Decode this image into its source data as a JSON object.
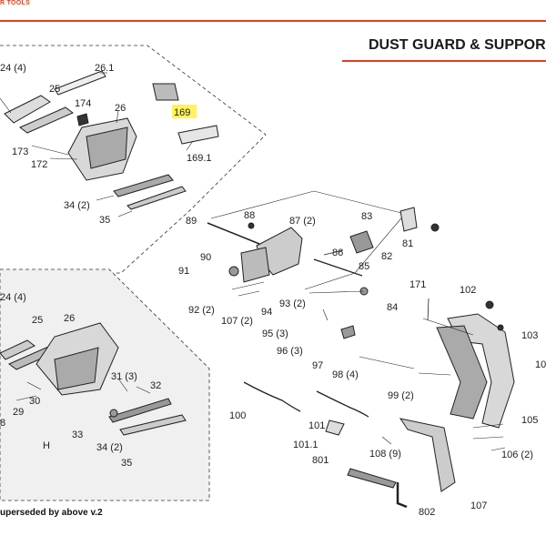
{
  "header": {
    "brand": "R TOOLS",
    "title": "DUST GUARD  &  SUPPOR"
  },
  "colors": {
    "accent": "#e0401f",
    "highlight": "#fff35c"
  },
  "upper_assembly": {
    "labels": [
      "24 (4)",
      "26.1",
      "25",
      "174",
      "26",
      "169",
      "173",
      "172",
      "169.1",
      "34 (2)",
      "35"
    ]
  },
  "lower_assembly": {
    "labels": [
      "24 (4)",
      "25",
      "26",
      "31 (3)",
      "32",
      "30",
      "29",
      "8",
      "33",
      "34 (2)",
      "35",
      "H"
    ]
  },
  "main_assembly": {
    "labels": [
      "89",
      "88",
      "87 (2)",
      "83",
      "81",
      "86",
      "82",
      "90",
      "85",
      "91",
      "171",
      "102",
      "92 (2)",
      "107 (2)",
      "94",
      "93 (2)",
      "84",
      "95 (3)",
      "103",
      "96 (3)",
      "97",
      "98 (4)",
      "10",
      "99 (2)",
      "100",
      "101",
      "105",
      "101.1",
      "108 (9)",
      "106 (2)",
      "801",
      "107",
      "802"
    ]
  },
  "footer": {
    "note": "uperseded by above v.2"
  }
}
